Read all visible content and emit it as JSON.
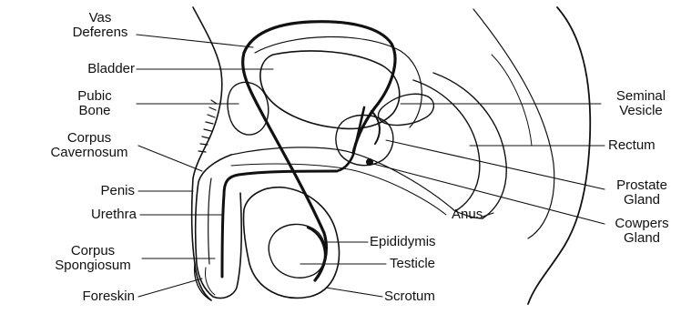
{
  "diagram": {
    "labels": {
      "vas_deferens": [
        "Vas",
        "Deferens"
      ],
      "bladder": "Bladder",
      "pubic_bone": [
        "Pubic",
        "Bone"
      ],
      "corpus_cavernosum": [
        "Corpus",
        "Cavernosum"
      ],
      "penis": "Penis",
      "urethra": "Urethra",
      "corpus_spongiosum": [
        "Corpus",
        "Spongiosum"
      ],
      "foreskin": "Foreskin",
      "seminal_vesicle": [
        "Seminal",
        "Vesicle"
      ],
      "rectum": "Rectum",
      "prostate_gland": [
        "Prostate",
        "Gland"
      ],
      "anus": "Anus",
      "cowpers_gland": [
        "Cowpers",
        "Gland"
      ],
      "epididymis": "Epididymis",
      "testicle": "Testicle",
      "scrotum": "Scrotum"
    },
    "colors": {
      "line": "#111111",
      "background": "#ffffff"
    }
  }
}
